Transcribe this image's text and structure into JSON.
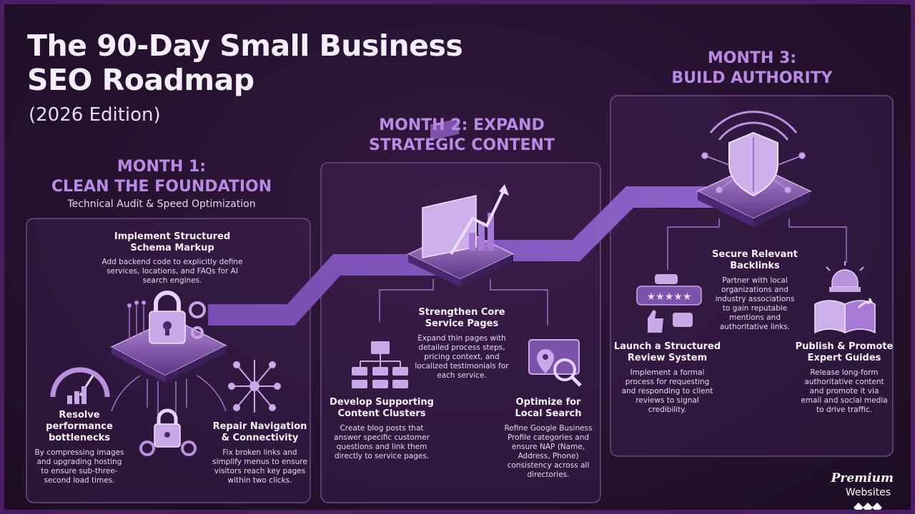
{
  "header": {
    "title_line1": "The 90-Day Small Business",
    "title_line2": "SEO Roadmap",
    "edition": "(2026 Edition)"
  },
  "month1": {
    "title_line1": "MONTH 1:",
    "title_line2": "CLEAN THE FOUNDATION",
    "subtitle": "Technical Audit & Speed Optimization",
    "nodes": [
      {
        "title_line1": "Implement Structured",
        "title_line2": "Schema Markup",
        "desc": [
          "Add backend code to explicitly define",
          "services, locations, and FAQs for AI",
          "search engines."
        ]
      },
      {
        "title_line1": "Resolve",
        "title_line2": "performance",
        "title_line3": "bottlenecks",
        "desc": [
          "By compressing images",
          "and upgrading hosting",
          "to ensure sub-three-",
          "second load times."
        ]
      },
      {
        "title_line1": "Repair Navigation",
        "title_line2": "& Connectivity",
        "desc": [
          "Fix broken links and",
          "simplify menus to ensure",
          "visitors reach key pages",
          "within two clicks."
        ]
      }
    ]
  },
  "month2": {
    "title_line1": "MONTH 2: EXPAND",
    "title_line2": "STRATEGIC CONTENT",
    "nodes": [
      {
        "title_line1": "Strengthen Core",
        "title_line2": "Service Pages",
        "desc": [
          "Expand thin pages with",
          "detailed process steps,",
          "pricing context, and",
          "localized testimonials for",
          "each service."
        ]
      },
      {
        "title_line1": "Develop Supporting",
        "title_line2": "Content Clusters",
        "desc": [
          "Create blog posts that",
          "answer specific customer",
          "questions and link them",
          "directly to service pages."
        ]
      },
      {
        "title_line1": "Optimize for",
        "title_line2": "Local Search",
        "desc": [
          "Refine Google Business",
          "Profile categories and",
          "ensure NAP (Name,",
          "Address, Phone)",
          "consistency across all",
          "directories."
        ]
      }
    ]
  },
  "month3": {
    "title_line1": "MONTH 3:",
    "title_line2": "BUILD AUTHORITY",
    "nodes": [
      {
        "title_line1": "Secure Relevant",
        "title_line2": "Backlinks",
        "desc": [
          "Partner with local",
          "organizations and",
          "industry associations",
          "to gain reputable",
          "mentions and",
          "authoritative links."
        ]
      },
      {
        "title_line1": "Launch a Structured",
        "title_line2": "Review System",
        "desc": [
          "Implement a formal",
          "process for requesting",
          "and responding to client",
          "reviews to signal",
          "credibility."
        ]
      },
      {
        "title_line1": "Publish & Promote",
        "title_line2": "Expert Guides",
        "desc": [
          "Release long-form",
          "authoritative content",
          "and promote it via",
          "email and social media",
          "to drive traffic."
        ]
      }
    ]
  },
  "brand": {
    "line1": "Premium",
    "line2": "Websites"
  },
  "colors": {
    "accent": "#b98ae2",
    "path": "#8a5cc2",
    "background": "#25112e",
    "border": "#4a1e63"
  },
  "icons": [
    "lock-icon",
    "gear-icon",
    "speedometer-icon",
    "network-icon",
    "browser-chart-icon",
    "folder-hierarchy-icon",
    "map-search-icon",
    "shield-icon",
    "review-stars-icon",
    "siren-book-icon"
  ]
}
